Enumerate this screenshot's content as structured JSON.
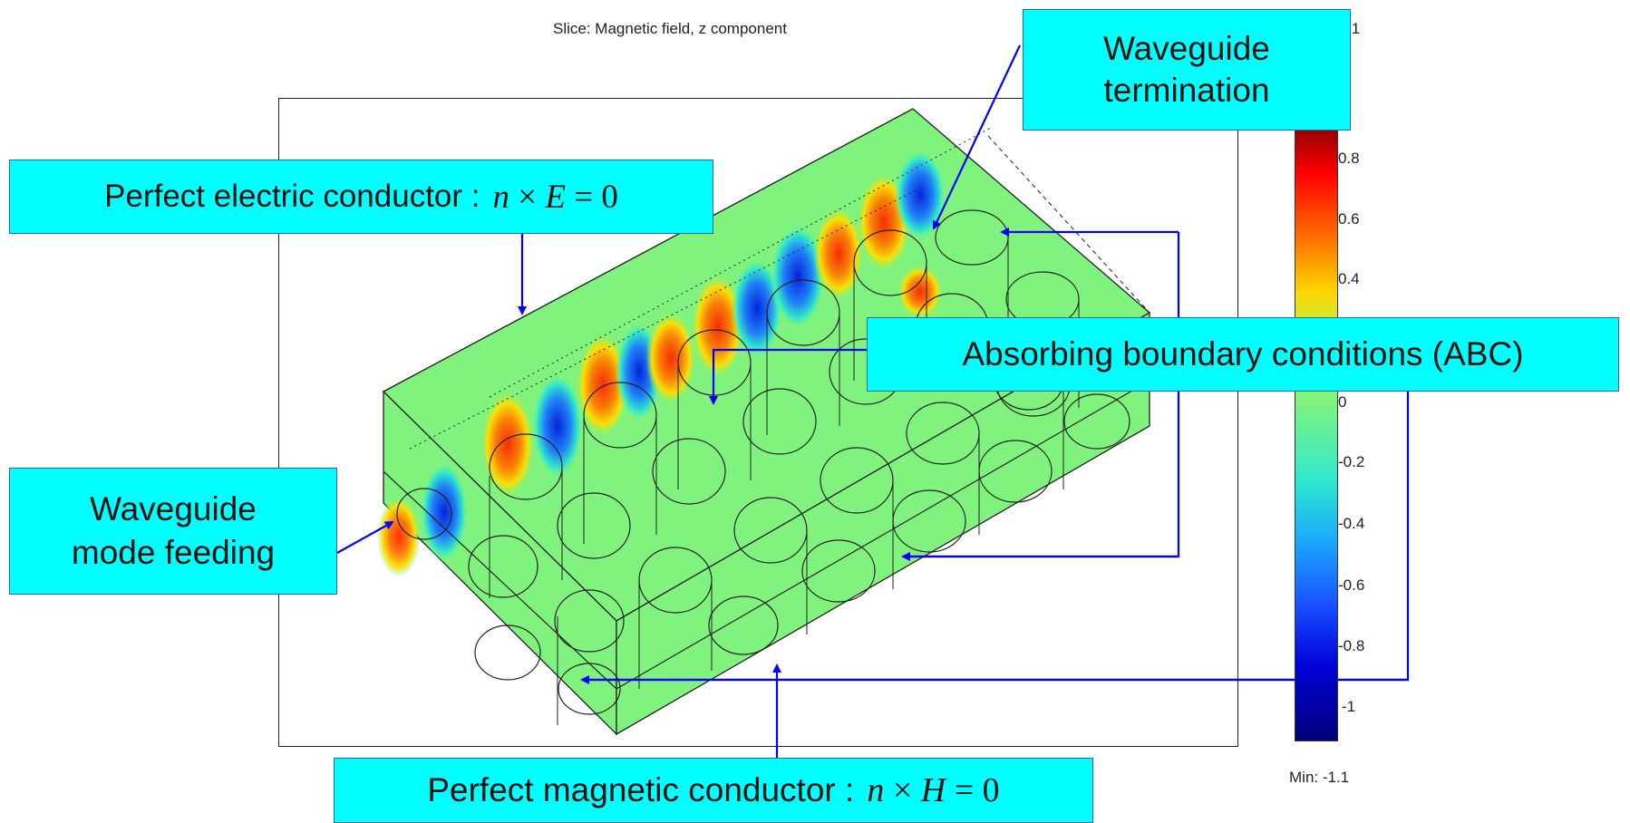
{
  "plot": {
    "title": "Slice: Magnetic field, z component",
    "max_label_fragment": ".1",
    "min_label": "Min: -1.1"
  },
  "colorbar": {
    "ticks": [
      "0.8",
      "0.6",
      "0.4",
      "0",
      "-0.2",
      "-0.4",
      "-0.6",
      "-0.8",
      "-1"
    ],
    "colors": [
      "#8b0000",
      "#ff0000",
      "#ff6a00",
      "#ffd500",
      "#7ff37d",
      "#2ee8d0",
      "#1aa6ff",
      "#1a50ff",
      "#0000d8",
      "#00007a"
    ]
  },
  "annotations": {
    "waveguide_termination": [
      "Waveguide",
      "termination"
    ],
    "pec_label": "Perfect electric conductor :",
    "pec_equation": {
      "n": "n",
      "times": "×",
      "field": "E",
      "rest": "= 0"
    },
    "abc_label": "Absorbing boundary conditions (ABC)",
    "mode_feeding": [
      "Waveguide",
      "mode feeding"
    ],
    "pmc_label": "Perfect magnetic conductor :",
    "pmc_equation": {
      "n": "n",
      "times": "×",
      "field": "H",
      "rest": "= 0"
    }
  },
  "colors": {
    "callout_fill": "#00ffff",
    "arrow": "#0000ff",
    "slab_fill": "#7ff37d"
  }
}
